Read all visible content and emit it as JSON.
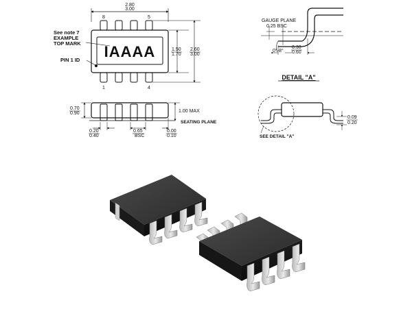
{
  "top_view": {
    "width_dim": [
      "2.80",
      "3.00"
    ],
    "notes": [
      "See note 7",
      "EXAMPLE",
      "TOP MARK"
    ],
    "top_mark": "IAAAA",
    "pin1_label": "PIN 1 ID",
    "pin_numbers": {
      "top_left": "8",
      "top_right": "5",
      "bottom_left": "1",
      "bottom_right": "4"
    },
    "body_dim": [
      "1.50",
      "1.70"
    ],
    "overall_dim": [
      "2.60",
      "3.00"
    ]
  },
  "side_view": {
    "height_dim": [
      "0.70",
      "0.90"
    ],
    "max_dim": "1.00 MAX",
    "seating_plane": "SEATING PLANE",
    "lead_width_dim": [
      "0.20",
      "0.40"
    ],
    "pitch_dim": [
      "0.65",
      "BSC"
    ],
    "standoff_dim": [
      "0.00",
      "0.10"
    ]
  },
  "gauge_detail": {
    "gauge_plane": "GAUGE PLANE",
    "gauge_dim": "0.25 BSC",
    "angle": "0°-8°",
    "foot_dim": [
      "0.30",
      "0.60"
    ]
  },
  "detail_a": {
    "title": "DETAIL \"A\"",
    "see_label": "SEE DETAIL \"A\"",
    "thickness_dim": [
      "0.09",
      "0.20"
    ]
  }
}
